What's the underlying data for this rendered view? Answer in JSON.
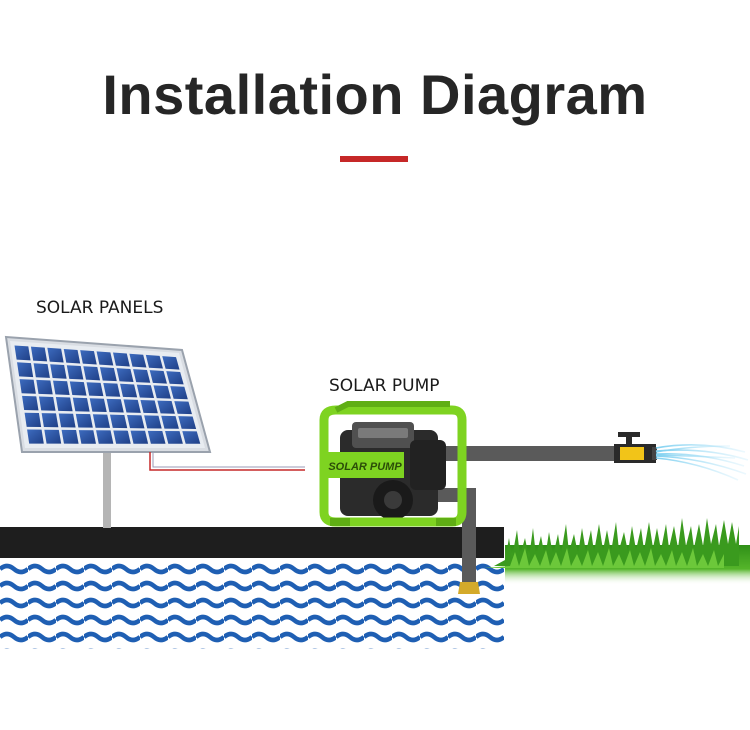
{
  "title": "Installation Diagram",
  "labels": {
    "solar_panels": "SOLAR PANELS",
    "solar_pump": "SOLAR PUMP",
    "pump_badge": "SOLAR PUMP"
  },
  "colors": {
    "accent_rule": "#c62828",
    "pump_frame": "#7ed321",
    "panel_cell": "#2e5aa8",
    "ground": "#1e1e1e",
    "water": "#1f5fb3",
    "valve": "#f2c418",
    "grass": "#3a9a1e"
  }
}
